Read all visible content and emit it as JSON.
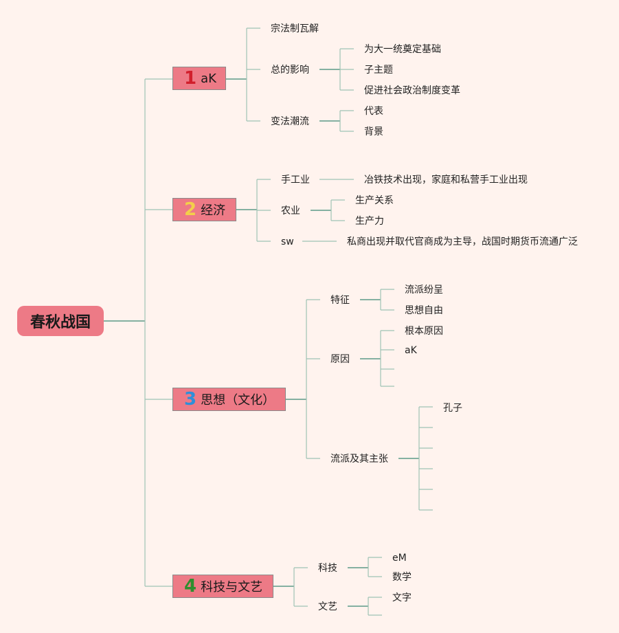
{
  "root": "春秋战国",
  "branches": [
    {
      "num": "1",
      "label": "aK",
      "num_color": "#d11f2c",
      "children": [
        {
          "label": "宗法制瓦解"
        },
        {
          "label": "总的影响",
          "children": [
            {
              "label": "为大一统奠定基础"
            },
            {
              "label": "子主题"
            },
            {
              "label": "促进社会政治制度变革"
            }
          ]
        },
        {
          "label": "变法潮流",
          "children": [
            {
              "label": "代表"
            },
            {
              "label": "背景"
            }
          ]
        }
      ]
    },
    {
      "num": "2",
      "label": "经济",
      "num_color": "#f3cf4a",
      "children": [
        {
          "label": "手工业",
          "children": [
            {
              "label": "冶铁技术出现，家庭和私营手工业出现"
            }
          ]
        },
        {
          "label": "农业",
          "children": [
            {
              "label": "生产关系"
            },
            {
              "label": "生产力"
            }
          ]
        },
        {
          "label": "sw",
          "children": [
            {
              "label": "私商出现并取代官商成为主导，战国时期货币流通广泛"
            }
          ]
        }
      ]
    },
    {
      "num": "3",
      "label": "思想（文化）",
      "num_color": "#2e8fd8",
      "children": [
        {
          "label": "特征",
          "children": [
            {
              "label": "流派纷呈"
            },
            {
              "label": "思想自由"
            }
          ]
        },
        {
          "label": "原因",
          "children": [
            {
              "label": "根本原因"
            },
            {
              "label": "aK"
            },
            {
              "label": ""
            }
          ]
        },
        {
          "label": "流派及其主张",
          "children": [
            {
              "label": "孔子"
            },
            {
              "label": ""
            },
            {
              "label": ""
            },
            {
              "label": ""
            },
            {
              "label": ""
            },
            {
              "label": ""
            }
          ]
        }
      ]
    },
    {
      "num": "4",
      "label": "科技与文艺",
      "num_color": "#2f8e2f",
      "children": [
        {
          "label": "科技",
          "children": [
            {
              "label": "eM"
            },
            {
              "label": "数学"
            }
          ]
        },
        {
          "label": "文艺",
          "children": [
            {
              "label": "文字"
            },
            {
              "label": ""
            }
          ]
        }
      ]
    }
  ]
}
